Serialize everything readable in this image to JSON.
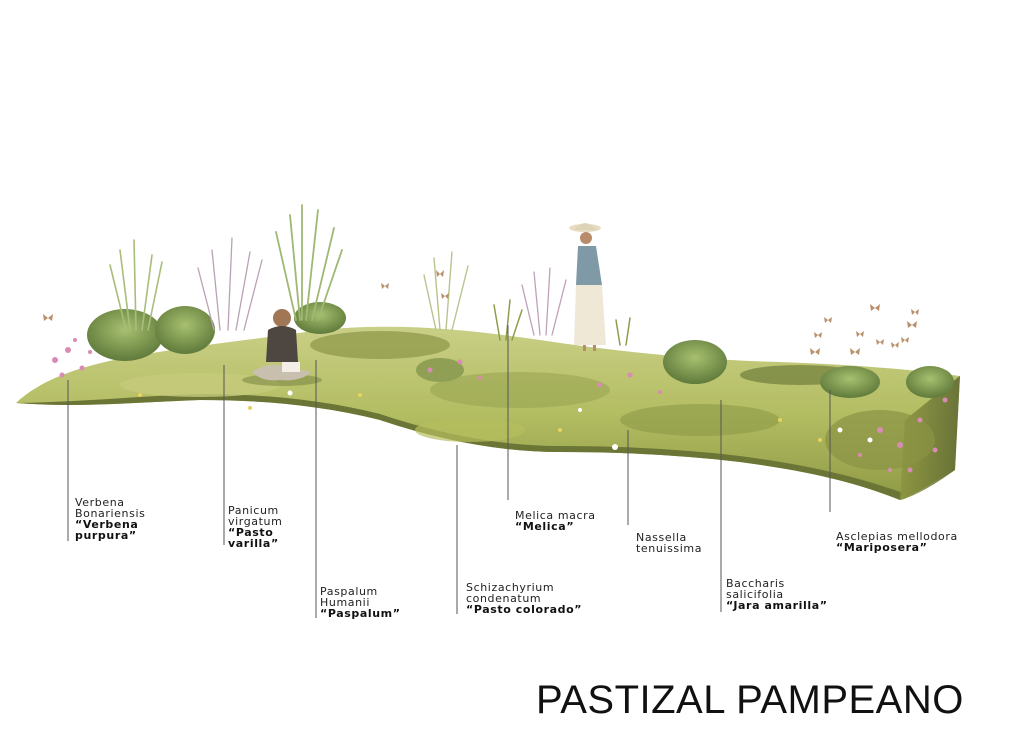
{
  "title": "PASTIZAL PAMPEANO",
  "species": [
    {
      "id": "verbena",
      "scientific": "Verbena\nBonariensis",
      "common": "“Verbena\npurpura”"
    },
    {
      "id": "panicum",
      "scientific": "Panicum\nvirgatum",
      "common": "“Pasto\nvarilla”"
    },
    {
      "id": "paspalum",
      "scientific": "Paspalum\nHumanii",
      "common": "“Paspalum”"
    },
    {
      "id": "schizachyrium",
      "scientific": "Schizachyrium\ncondenatum",
      "common": "“Pasto colorado”"
    },
    {
      "id": "melica",
      "scientific": "Melica macra",
      "common": "“Melica”"
    },
    {
      "id": "nassella",
      "scientific": "Nassella\ntenuissima",
      "common": ""
    },
    {
      "id": "baccharis",
      "scientific": "Baccharis\nsalicifolia",
      "common": "“Jara amarilla”"
    },
    {
      "id": "asclepias",
      "scientific": "Asclepias mellodora",
      "common": "“Mariposera”"
    }
  ],
  "colors": {
    "grass_light": "#cfd48a",
    "grass_mid": "#a9b45a",
    "grass_dark": "#6f7d3a",
    "soil_edge": "#5d6630",
    "flower_pink": "#d98bb3",
    "flower_purple": "#9a6aa6",
    "leader_line": "#555555"
  },
  "icons": [
    "butterfly-icon",
    "person-sitting-icon",
    "person-standing-icon"
  ]
}
